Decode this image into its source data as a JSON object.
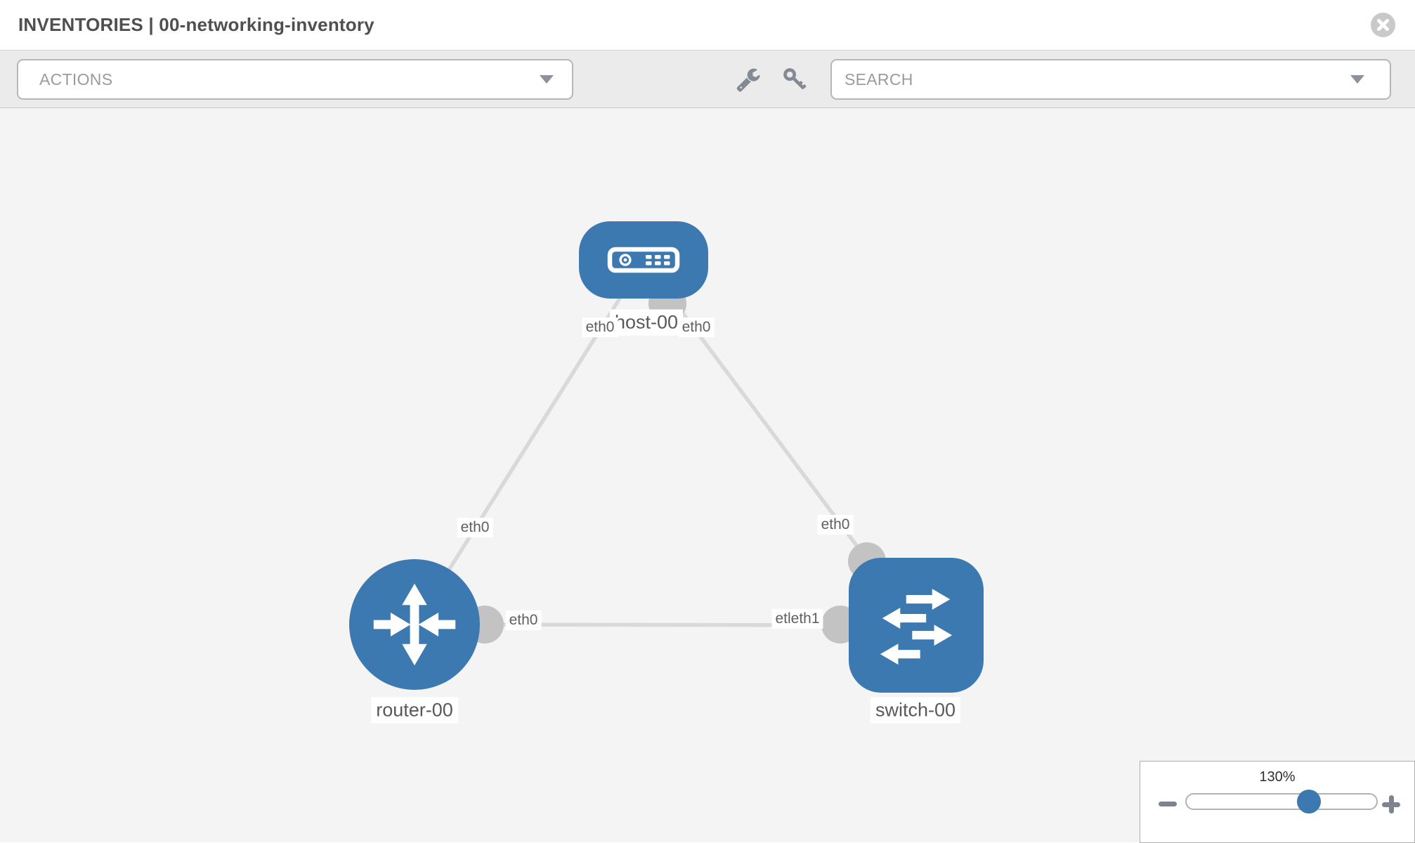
{
  "header": {
    "title": "INVENTORIES | 00-networking-inventory"
  },
  "toolbar": {
    "actions": {
      "label": "ACTIONS"
    },
    "search": {
      "placeholder": "SEARCH"
    },
    "tools": [
      {
        "icon": "wrench-icon"
      },
      {
        "icon": "key-icon"
      }
    ]
  },
  "topology": {
    "nodes": [
      {
        "id": "host-00",
        "type": "host",
        "label": "host-00"
      },
      {
        "id": "router-00",
        "type": "router",
        "label": "router-00"
      },
      {
        "id": "switch-00",
        "type": "switch",
        "label": "switch-00"
      }
    ],
    "links": [
      {
        "from": "host-00",
        "to": "router-00",
        "from_if": "eth0",
        "to_if": "eth0"
      },
      {
        "from": "host-00",
        "to": "switch-00",
        "from_if": "eth0",
        "to_if": "eth0"
      },
      {
        "from": "router-00",
        "to": "switch-00",
        "from_if": "eth0",
        "to_if": "etleth1"
      }
    ]
  },
  "zoom_control": {
    "level": "130%",
    "decrease_icon": "minus-icon",
    "increase_icon": "plus-icon"
  },
  "colors": {
    "node_blue": "#3b79b0",
    "link_gray": "#d9d9d9",
    "port_gray": "#c3c3c3",
    "icon_gray": "#848a93"
  }
}
